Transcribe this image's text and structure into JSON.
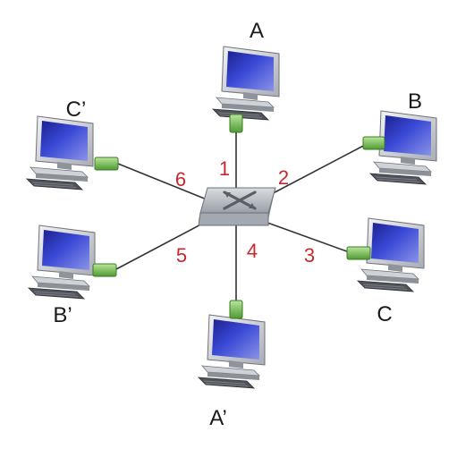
{
  "hosts": {
    "A": "A",
    "B": "B",
    "C": "C",
    "A_prime": "A’",
    "B_prime": "B’",
    "C_prime": "C’"
  },
  "ports": {
    "p1": "1",
    "p2": "2",
    "p3": "3",
    "p4": "4",
    "p5": "5",
    "p6": "6"
  },
  "colors": {
    "link": "#333333",
    "port_label": "#c8282d",
    "nic": "#7cc65a",
    "screen": "#2b35b5",
    "switch": "#aeb4bc"
  }
}
